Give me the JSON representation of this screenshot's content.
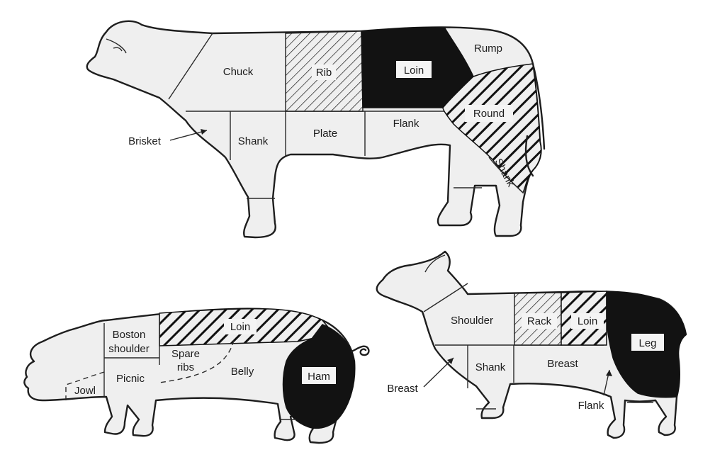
{
  "colors": {
    "background": "#ffffff",
    "paper": "#efefef",
    "ink": "#121212"
  },
  "cow": {
    "chuck": "Chuck",
    "rib": "Rib",
    "loin": "Loin",
    "rump": "Rump",
    "round": "Round",
    "brisket": "Brisket",
    "shank_fore": "Shank",
    "plate": "Plate",
    "flank": "Flank",
    "shank_hind": "Shank"
  },
  "pig": {
    "boston_shoulder_line1": "Boston",
    "boston_shoulder_line2": "shoulder",
    "loin": "Loin",
    "spare_ribs_line1": "Spare",
    "spare_ribs_line2": "ribs",
    "belly": "Belly",
    "ham": "Ham",
    "picnic": "Picnic",
    "jowl": "Jowl"
  },
  "lamb": {
    "shoulder": "Shoulder",
    "rack": "Rack",
    "loin": "Loin",
    "leg": "Leg",
    "shank": "Shank",
    "breast_inner": "Breast",
    "breast_outer": "Breast",
    "flank": "Flank"
  }
}
